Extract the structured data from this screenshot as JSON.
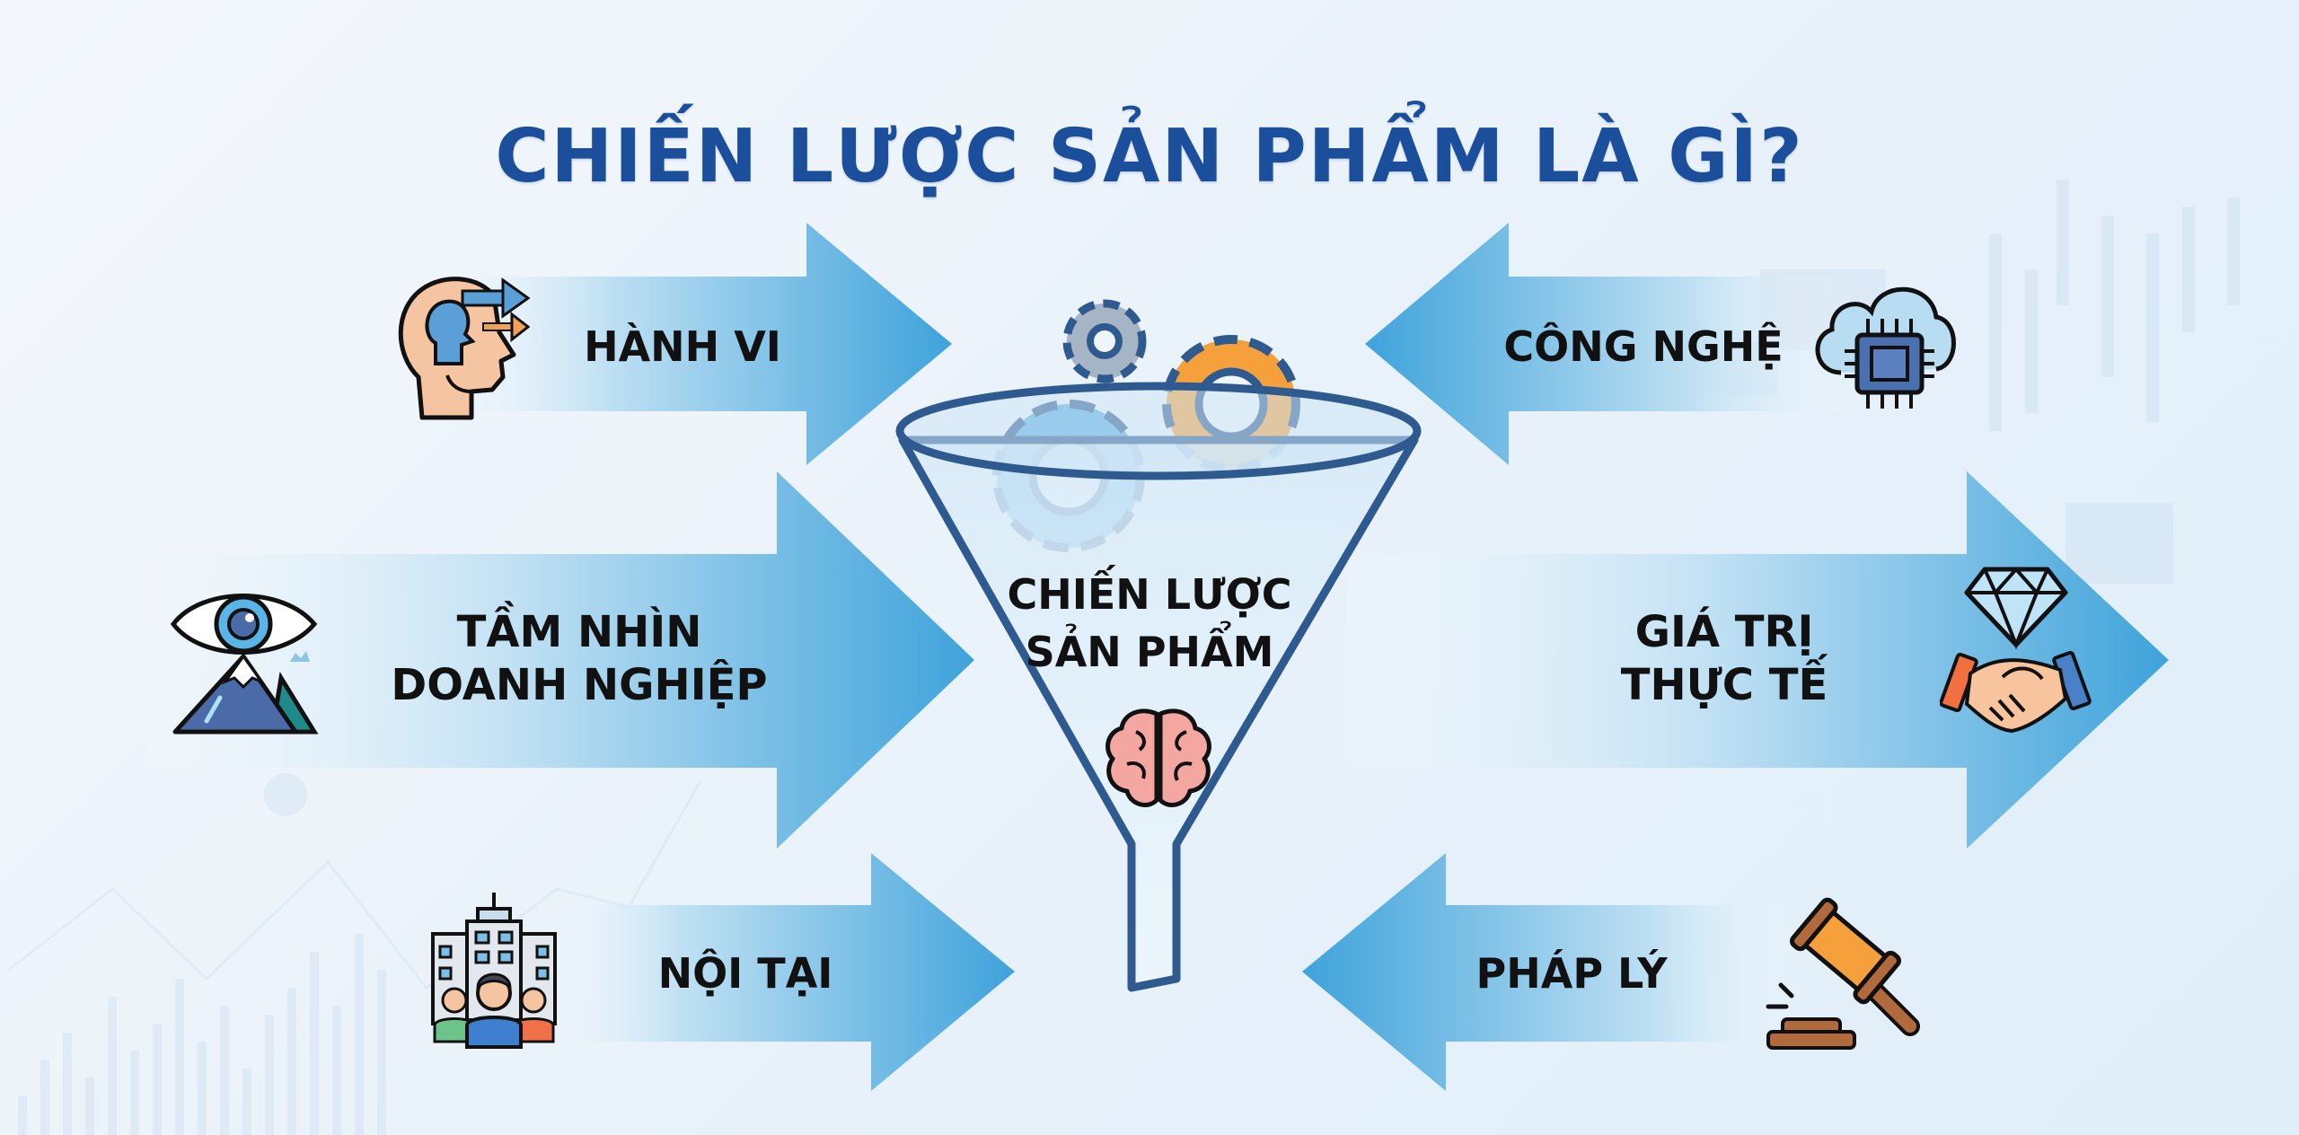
{
  "title": "CHIẾN LƯỢC SẢN PHẨM LÀ GÌ?",
  "center": {
    "label_line1": "CHIẾN LƯỢC",
    "label_line2": "SẢN PHẨM",
    "icons": [
      "gear-gray-icon",
      "gear-orange-icon",
      "gear-blue-icon",
      "funnel-icon",
      "brain-icon"
    ]
  },
  "factors": [
    {
      "id": "hanh-vi",
      "line1": "HÀNH VI",
      "line2": "",
      "direction": "right",
      "position": "top-left",
      "icon": "head-behavior-icon"
    },
    {
      "id": "tam-nhin",
      "line1": "TẦM NHÌN",
      "line2": "DOANH NGHIỆP",
      "direction": "right",
      "position": "middle-left",
      "icon": "eye-mountain-icon"
    },
    {
      "id": "noi-tai",
      "line1": "NỘI TẠI",
      "line2": "",
      "direction": "right",
      "position": "bottom-left",
      "icon": "building-team-icon"
    },
    {
      "id": "cong-nghe",
      "line1": "CÔNG NGHỆ",
      "line2": "",
      "direction": "left",
      "position": "top-right",
      "icon": "cloud-chip-icon"
    },
    {
      "id": "gia-tri",
      "line1": "GIÁ TRỊ",
      "line2": "THỰC TẾ",
      "direction": "right",
      "position": "middle-right",
      "icon": "diamond-handshake-icon"
    },
    {
      "id": "phap-ly",
      "line1": "PHÁP LÝ",
      "line2": "",
      "direction": "left",
      "position": "bottom-right",
      "icon": "gavel-icon"
    }
  ],
  "colors": {
    "title": "#1b4f9c",
    "arrow_dark": "#3fa3db",
    "arrow_light": "#e8f4fb",
    "funnel_stroke": "#2f5a8f",
    "gear_orange": "#f5a03a",
    "gear_gray": "#9fb0c4",
    "gear_blue": "#5aaee0",
    "brain": "#f19a96"
  }
}
